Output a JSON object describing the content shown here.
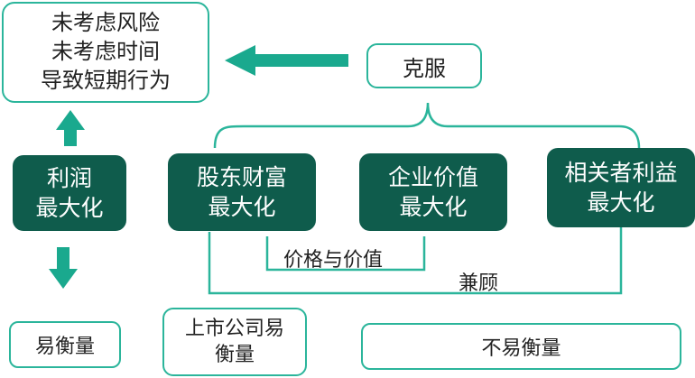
{
  "colors": {
    "dark_box": "#0f5c4c",
    "outline": "#2bb59b",
    "arrow": "#1aa98e",
    "line": "#2bb59b"
  },
  "top_left_box": {
    "text": "未考虑风险\n未考虑时间\n导致短期行为"
  },
  "overcome_box": {
    "text": "克服"
  },
  "goals": {
    "profit": "利润\n最大化",
    "shareholder": "股东财富\n最大化",
    "enterprise": "企业价值\n最大化",
    "stakeholder": "相关者利益\n最大化"
  },
  "labels": {
    "price_value": "价格与价值",
    "balance": "兼顾"
  },
  "bottom": {
    "easy": "易衡量",
    "listed": "上市公司易\n衡量",
    "hard": "不易衡量"
  }
}
